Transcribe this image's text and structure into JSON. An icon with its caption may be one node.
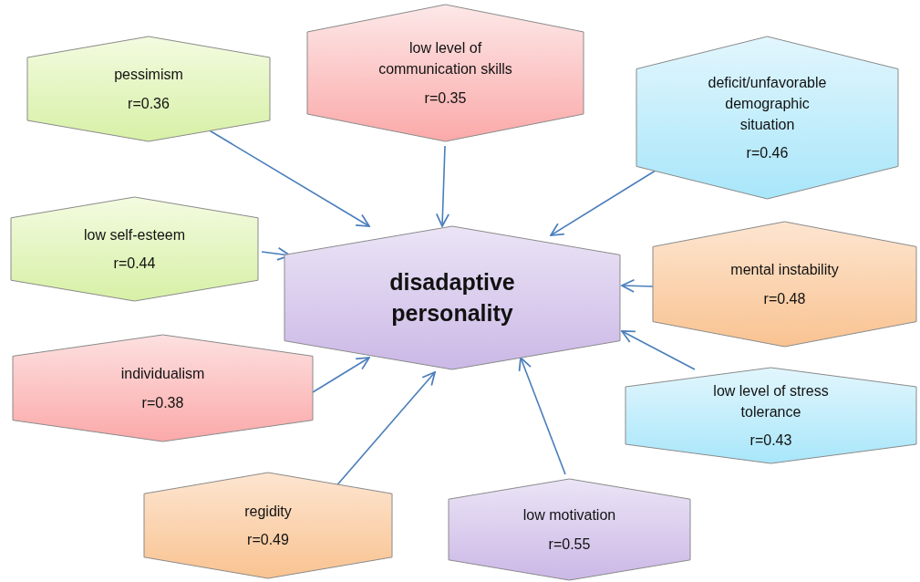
{
  "diagram": {
    "nodes": [
      {
        "text": [
          "disadaptive personality"
        ]
      },
      {
        "text": [
          "pessimism",
          "r=0.36"
        ]
      },
      {
        "text": [
          "low level of communication skills",
          "r=0.35"
        ]
      },
      {
        "text": [
          "deficit/unfavorable demographic situation",
          "r=0.46"
        ]
      },
      {
        "text": [
          "low self-esteem",
          "r=0.44"
        ]
      },
      {
        "text": [
          "mental instability",
          "r=0.48"
        ]
      },
      {
        "text": [
          "individualism",
          "r=0.38"
        ]
      },
      {
        "text": [
          "low level of stress tolerance",
          "r=0.43"
        ]
      },
      {
        "text": [
          "regidity",
          "r=0.49"
        ]
      },
      {
        "text": [
          "low motivation",
          "r=0.55"
        ]
      }
    ],
    "edges": [
      {
        "from": 1,
        "to": 0,
        "arrow": "to"
      },
      {
        "from": 2,
        "to": 0,
        "arrow": "to"
      },
      {
        "from": 3,
        "to": 0,
        "arrow": "to"
      },
      {
        "from": 4,
        "to": 0,
        "arrow": "to"
      },
      {
        "from": 5,
        "to": 0,
        "arrow": "to"
      },
      {
        "from": 6,
        "to": 0,
        "arrow": "to"
      },
      {
        "from": 7,
        "to": 0,
        "arrow": "to"
      },
      {
        "from": 8,
        "to": 0,
        "arrow": "to"
      },
      {
        "from": 9,
        "to": 0,
        "arrow": "to"
      }
    ]
  }
}
